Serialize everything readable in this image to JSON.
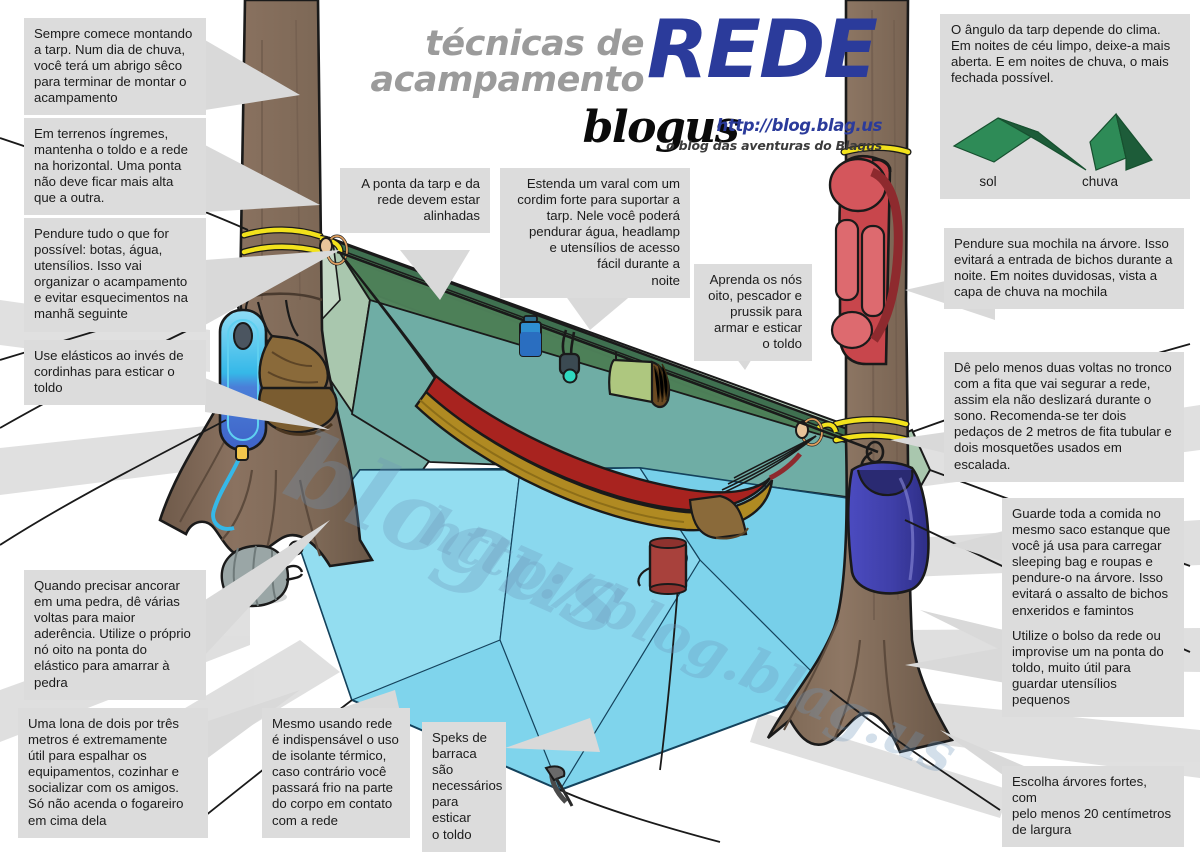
{
  "header": {
    "title_line1": "técnicas de",
    "title_line2": "acampamento",
    "title_main": "REDE",
    "brand": "blogus",
    "url": "http://blog.blag.us",
    "tagline": "o blog das aventuras do Blagus"
  },
  "watermark": {
    "text_a": "blogus",
    "text_b": "http://blog.blag.us"
  },
  "tarp_panel": {
    "text": "O ângulo da tarp depende do clima.\nEm noites de céu limpo, deixe-a mais\naberta. E em noites de chuva, o mais\nfechada possível.",
    "sol_label": "sol",
    "chuva_label": "chuva",
    "tarp_color": "#2e8b57",
    "tarp_shade": "#1d5c39"
  },
  "callouts": [
    {
      "id": "start-with-tarp",
      "text": "Sempre comece montando\na tarp. Num dia de chuva,\nvocê terá um abrigo sêco\npara terminar de montar o\nacampamento",
      "align": "left"
    },
    {
      "id": "level-terrain",
      "text": "Em terrenos íngremes,\nmantenha o toldo e a rede\nna horizontal. Uma ponta\nnão deve ficar mais alta\nque a outra.",
      "align": "left"
    },
    {
      "id": "hang-everything",
      "text": "Pendure tudo o que for\npossível: botas, água,\nutensílios. Isso vai\norganizar o acampamento\ne evitar esquecimentos na\nmanhã seguinte",
      "align": "left"
    },
    {
      "id": "use-shock-cord",
      "text": "Use elásticos ao invés de\ncordinhas para esticar o\ntoldo",
      "align": "left"
    },
    {
      "id": "rock-anchor",
      "text": "Quando precisar ancorar\nem uma pedra, dê várias\nvoltas para maior\naderência. Utilize o próprio\nnó oito na ponta do\nelástico para amarrar à\npedra",
      "align": "left"
    },
    {
      "id": "ground-tarp",
      "text": "Uma lona de dois por três\nmetros é extremamente\nútil para espalhar os\nequipamentos, cozinhar e\nsocializar com os amigos.\nSó não acenda o fogareiro\nem cima dela",
      "align": "left"
    },
    {
      "id": "sleeping-pad",
      "text": "Mesmo usando rede\né indispensável o uso\nde isolante térmico,\ncaso contrário você\npassará frio na parte\ndo corpo em contato\ncom a rede",
      "align": "left"
    },
    {
      "id": "tent-stakes",
      "text": "Speks de\nbarraca são\nnecessários\npara esticar\no toldo",
      "align": "left"
    },
    {
      "id": "tips-aligned",
      "text": "A ponta da tarp e da\nrede devem estar\nalinhadas",
      "align": "right"
    },
    {
      "id": "ridgeline",
      "text": "Estenda um varal com um\ncordim forte para suportar a\ntarp. Nele você poderá\npendurar água, headlamp\ne utensílios de acesso\nfácil durante a\nnoite",
      "align": "right"
    },
    {
      "id": "learn-knots",
      "text": "Aprenda os nós\noito, pescador e\nprussik para\narmar e esticar\no toldo",
      "align": "right"
    },
    {
      "id": "hang-backpack",
      "text": "Pendure sua mochila na árvore. Isso\nevitará a entrada de bichos durante a\nnoite. Em noites duvidosas, vista a\ncapa de chuva na mochila",
      "align": "left"
    },
    {
      "id": "wrap-strap",
      "text": "Dê pelo menos duas voltas no tronco\ncom a fita que vai segurar a rede,\nassim ela não deslizará durante o\nsono. Recomenda-se ter dois\npedaços de 2 metros de fita tubular e\ndois mosquetões usados em\nescalada.",
      "align": "left"
    },
    {
      "id": "food-dry-bag",
      "text": "Guarde toda a comida no\nmesmo saco estanque que\nvocê já usa para carregar\nsleeping bag e roupas e\npendure-o na árvore. Isso\nevitará o assalto de bichos\nenxeridos e famintos",
      "align": "left"
    },
    {
      "id": "hammock-pocket",
      "text": "Utilize o bolso da rede ou\nimprovise um na ponta do\ntoldo, muito útil para\nguardar utensílios\npequenos",
      "align": "left"
    },
    {
      "id": "strong-trees",
      "text": "Escolha árvores fortes, com\npelo menos 20 centímetros\nde largura",
      "align": "left"
    }
  ],
  "illustration": {
    "colors": {
      "tarp_dark_green": "#3c6b48",
      "tarp_mid_green": "#5d8f6d",
      "tarp_light_green": "#a9c7ae",
      "tarp_teal": "#72b0a8",
      "ground_tarp_blue": "#7fd4ec",
      "hammock_red": "#a8231f",
      "hammock_gold": "#b08a22",
      "tree_bark": "#8a7260",
      "tree_bark_dark": "#6f5a4a",
      "strap_yellow": "#f2e21c",
      "backpack_red": "#c8464c",
      "drybag_blue": "#3f3fa8",
      "water_bladder_blue": "#35b8e8",
      "rock_gray": "#9aa6a6",
      "mug_red": "#a8413c",
      "boots_brown": "#8a6a3a",
      "shadow_gray": "#d9d9d9"
    },
    "items": [
      "left-tree",
      "right-tree",
      "tarp",
      "hammock",
      "ground-tarp",
      "water-bladder",
      "hiking-boots",
      "red-backpack",
      "blue-dry-bag",
      "water-bottle",
      "headlamp",
      "sleeping-pad-roll",
      "rock-anchor",
      "tent-stake",
      "red-mug",
      "carabiner-left",
      "carabiner-right"
    ]
  }
}
